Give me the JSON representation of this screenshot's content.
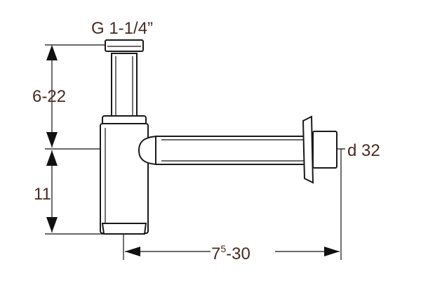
{
  "labels": {
    "thread": "G 1-1/4”",
    "height_upper": "6-22",
    "height_lower": "11",
    "width_base": "7",
    "width_sup": "5",
    "width_rest": "-30",
    "diameter": "d 32"
  },
  "colors": {
    "text": "#4a2a22",
    "line": "#111111"
  }
}
